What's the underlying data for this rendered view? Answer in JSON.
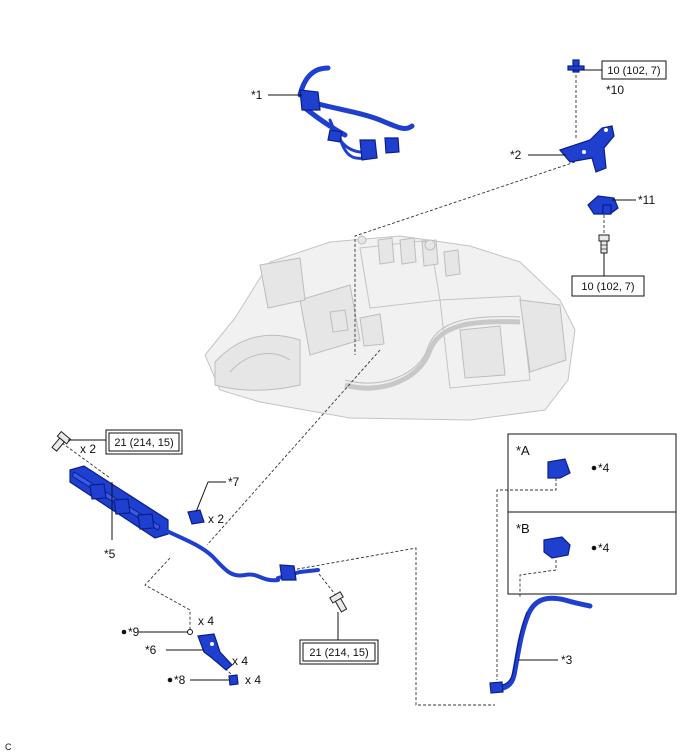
{
  "callouts": {
    "c1": "*1",
    "c2": "*2",
    "c3": "*3",
    "c4a": "*4",
    "c4b": "*4",
    "c5": "*5",
    "c6": "*6",
    "c7": "*7",
    "c8": "*8",
    "c9": "*9",
    "c10": "*10",
    "c11": "*11",
    "viewA": "*A",
    "viewB": "*B"
  },
  "torques": {
    "t_top": "10 (102, 7)",
    "t_mid": "10 (102, 7)",
    "t_left": "21 (214, 15)",
    "t_bottom": "21 (214, 15)"
  },
  "quantities": {
    "q_bolt": "x 2",
    "q_7": "x 2",
    "q_9": "x 4",
    "q_6": "x 4",
    "q_8": "x 4"
  },
  "corner_code": "C"
}
